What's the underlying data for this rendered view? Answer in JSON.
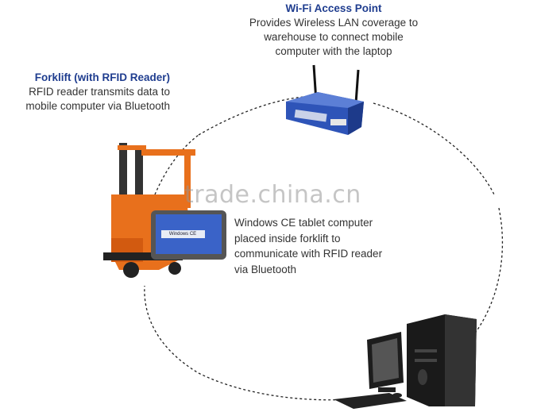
{
  "wifi": {
    "title": "Wi-Fi Access Point",
    "lines": [
      "Provides Wireless LAN coverage to",
      "warehouse to connect mobile",
      "computer with the laptop"
    ]
  },
  "forklift": {
    "title": "Forklift (with RFID Reader)",
    "lines": [
      "RFID reader transmits data to",
      "mobile computer via Bluetooth"
    ]
  },
  "tablet": {
    "lines": [
      "Windows CE tablet computer",
      "placed inside forklift to",
      "communicate with RFID reader",
      "via Bluetooth"
    ],
    "screen_label": "Windows CE"
  },
  "watermark": "trade.china.cn",
  "colors": {
    "title": "#1f3d8f",
    "router": "#2e54b8",
    "forklift": "#e8701c"
  }
}
